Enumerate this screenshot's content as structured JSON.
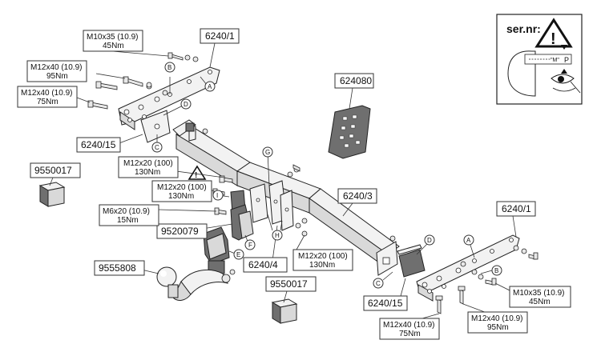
{
  "serial_panel": {
    "label": "ser.nr:",
    "plate_text": "\"M\"",
    "plate_p": "P"
  },
  "parts": {
    "p6240_1_top": "6240/1",
    "p624080": "624080",
    "p6240_15_left": "6240/15",
    "p9550017_left": "9550017",
    "p6240_3": "6240/3",
    "p6240_1_right": "6240/1",
    "p9520079": "9520079",
    "p6240_4": "6240/4",
    "p9555808": "9555808",
    "p9550017_bottom": "9550017",
    "p6240_15_right": "6240/15"
  },
  "specs": {
    "m10x35_top": {
      "bolt": "M10x35 (10.9)",
      "torque": "45Nm"
    },
    "m12x40_a": {
      "bolt": "M12x40 (10.9)",
      "torque": "95Nm"
    },
    "m12x40_b": {
      "bolt": "M12x40 (10.9)",
      "torque": "75Nm"
    },
    "m12x20_a": {
      "bolt": "M12x20 (100)",
      "torque": "130Nm"
    },
    "m12x20_b": {
      "bolt": "M12x20 (100)",
      "torque": "130Nm"
    },
    "m6x20": {
      "bolt": "M6x20 (10.9)",
      "torque": "15Nm"
    },
    "m12x20_c": {
      "bolt": "M12x20 (100)",
      "torque": "130Nm"
    },
    "m10x35_right": {
      "bolt": "M10x35 (10.9)",
      "torque": "45Nm"
    },
    "m12x40_c": {
      "bolt": "M12x40 (10.9)",
      "torque": "75Nm"
    },
    "m12x40_d": {
      "bolt": "M12x40 (10.9)",
      "torque": "95Nm"
    }
  },
  "letters": {
    "a1": "A",
    "b1": "B",
    "c1": "C",
    "d1": "D",
    "g": "G",
    "h": "H",
    "i": "I",
    "f": "F",
    "e": "E",
    "a2": "A",
    "b2": "B",
    "c2": "C",
    "d2": "D"
  },
  "icons": [
    "warning-triangle-icon",
    "eye-icon"
  ]
}
